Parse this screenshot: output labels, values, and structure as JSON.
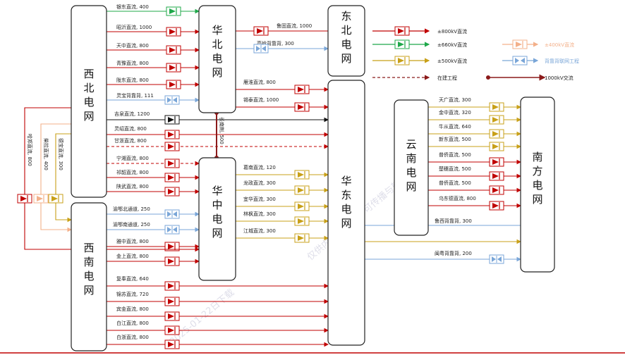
{
  "colors": {
    "red": "#c00000",
    "green": "#1fa84a",
    "gold": "#c8a018",
    "blue": "#7aa6d8",
    "peach": "#f3b08a",
    "black": "#111111",
    "darkred": "#8b1a1a"
  },
  "grids": {
    "northwest": "西北电网",
    "north": "华北电网",
    "northeast": "东北电网",
    "central": "华中电网",
    "east": "华东电网",
    "southwest": "西南电网",
    "yunnan": "云南电网",
    "south": "南方电网"
  },
  "nw_to_north": [
    {
      "label": "银东直流, 400",
      "color": "green"
    },
    {
      "label": "昭沂直流, 1000",
      "color": "red"
    },
    {
      "label": "天中直流, 800",
      "color": "red"
    },
    {
      "label": "青豫直流, 800",
      "color": "red"
    },
    {
      "label": "陇东直流, 800",
      "color": "red"
    },
    {
      "label": "灵宝背靠背, 111",
      "color": "blue"
    }
  ],
  "nw_to_east": [
    {
      "label": "吉泉直流, 1200",
      "color": "black"
    },
    {
      "label": "灵绍直流, 800",
      "color": "red"
    },
    {
      "label": "甘浙直流, 800",
      "color": "red"
    }
  ],
  "nw_to_central": [
    {
      "label": "宁湘直流, 800",
      "color": "red"
    },
    {
      "label": "祁韶直流, 800",
      "color": "red"
    },
    {
      "label": "陕武直流, 800",
      "color": "red"
    }
  ],
  "ne_to_north": [
    {
      "label": "鲁固直流, 1000",
      "color": "red"
    },
    {
      "label": "高岭背靠背, 300",
      "color": "blue"
    }
  ],
  "north_to_east": [
    {
      "label": "雁淮直流, 800",
      "color": "red"
    },
    {
      "label": "锡泰直流, 1000",
      "color": "red"
    }
  ],
  "north_central_tie": "长南荆, 500",
  "central_to_east": [
    {
      "label": "葛南直流, 120",
      "color": "gold"
    },
    {
      "label": "龙政直流, 300",
      "color": "gold"
    },
    {
      "label": "宜华直流, 300",
      "color": "gold"
    },
    {
      "label": "林枫直流, 300",
      "color": "gold"
    },
    {
      "label": "江城直流, 300",
      "color": "gold"
    }
  ],
  "sw_central": [
    {
      "label": "渝鄂北通道, 250",
      "color": "blue"
    },
    {
      "label": "渝鄂南通道, 250",
      "color": "blue"
    },
    {
      "label": "雅中直流, 800",
      "color": "red"
    },
    {
      "label": "金上直流, 800",
      "color": "red"
    }
  ],
  "sw_to_east": [
    {
      "label": "复奉直流, 640",
      "color": "red"
    },
    {
      "label": "锦苏直流, 720",
      "color": "red"
    },
    {
      "label": "宾金直流, 800",
      "color": "red"
    },
    {
      "label": "白江直流, 800",
      "color": "red"
    },
    {
      "label": "白浙直流, 800",
      "color": "red"
    }
  ],
  "west_loops": [
    {
      "label": "哈郑直流, 800",
      "color": "red"
    },
    {
      "label": "柴拉直流, 400",
      "color": "peach"
    },
    {
      "label": "德宝直流, 300",
      "color": "gold"
    }
  ],
  "yunnan_to_south": [
    {
      "label": "天广直流, 300",
      "color": "gold"
    },
    {
      "label": "金中直流, 320",
      "color": "gold"
    },
    {
      "label": "牛从直流, 640",
      "color": "gold"
    },
    {
      "label": "新东直流, 500",
      "color": "gold"
    },
    {
      "label": "普侨直流, 500",
      "color": "red"
    },
    {
      "label": "楚穗直流, 500",
      "color": "red"
    },
    {
      "label": "普侨直流, 500",
      "color": "red"
    },
    {
      "label": "乌东德直流, 800",
      "color": "red"
    },
    {
      "label": "鲁西背靠背, 300",
      "color": "blue"
    }
  ],
  "east_south": {
    "label": "闽粤背靠背, 200",
    "color": "blue"
  },
  "legend": [
    {
      "label": "±800kV直流",
      "color": "red",
      "kind": "dc"
    },
    {
      "label": "±400kV直流",
      "color": "peach",
      "kind": "dc"
    },
    {
      "label": "±660kV直流",
      "color": "green",
      "kind": "dc"
    },
    {
      "label": "背靠背联网工程",
      "color": "blue",
      "kind": "btb"
    },
    {
      "label": "±500kV直流",
      "color": "gold",
      "kind": "dc"
    },
    {
      "label": "在建工程",
      "color": "darkred",
      "kind": "dashed"
    },
    {
      "label": "1000kV交流",
      "color": "darkred",
      "kind": "ac"
    }
  ],
  "watermark": "仅供内部使用，不可传播与转载",
  "watermark2": "2025-01-22日下载"
}
